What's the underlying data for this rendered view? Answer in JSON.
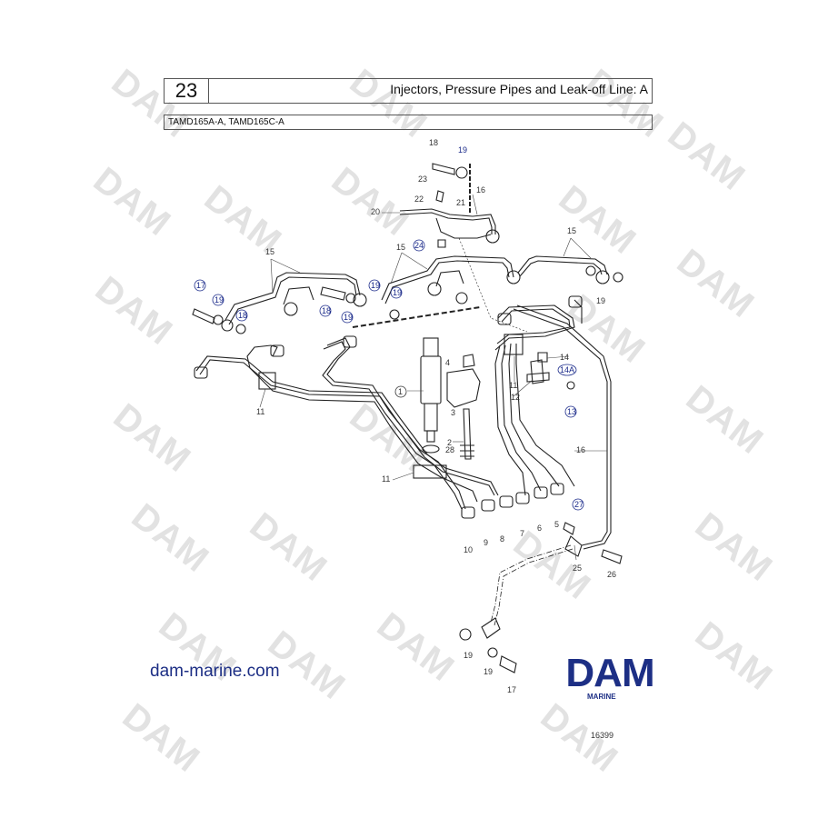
{
  "header": {
    "page_number": "23",
    "title": "Injectors, Pressure Pipes and Leak-off Line: A"
  },
  "models": "TAMD165A-A, TAMD165C-A",
  "watermark": "DAM",
  "site_url": "dam-marine.com",
  "logo": {
    "main": "DAM",
    "sub": "MARINE",
    "color": "#1d2f85"
  },
  "drawing_number": "16399",
  "callouts": {
    "c1": "1",
    "c2": "2",
    "c3": "3",
    "c4": "4",
    "c5": "5",
    "c6": "6",
    "c7": "7",
    "c8": "8",
    "c9": "9",
    "c10": "10",
    "c11a": "11",
    "c11b": "11",
    "c11c": "11",
    "c12": "12",
    "c13": "13",
    "c14": "14",
    "c14a": "14A",
    "c15a": "15",
    "c15b": "15",
    "c15c": "15",
    "c16a": "16",
    "c16b": "16",
    "c17a": "17",
    "c17b": "17",
    "c18a": "18",
    "c18b": "18",
    "c18c": "18",
    "c19a": "19",
    "c19b": "19",
    "c19c": "19",
    "c19d": "19",
    "c19e": "19",
    "c19f": "19",
    "c19g": "19",
    "c19h": "19",
    "c20": "20",
    "c21": "21",
    "c22": "22",
    "c23": "23",
    "c24": "24",
    "c25": "25",
    "c26": "26",
    "c27": "27",
    "c28": "28"
  }
}
